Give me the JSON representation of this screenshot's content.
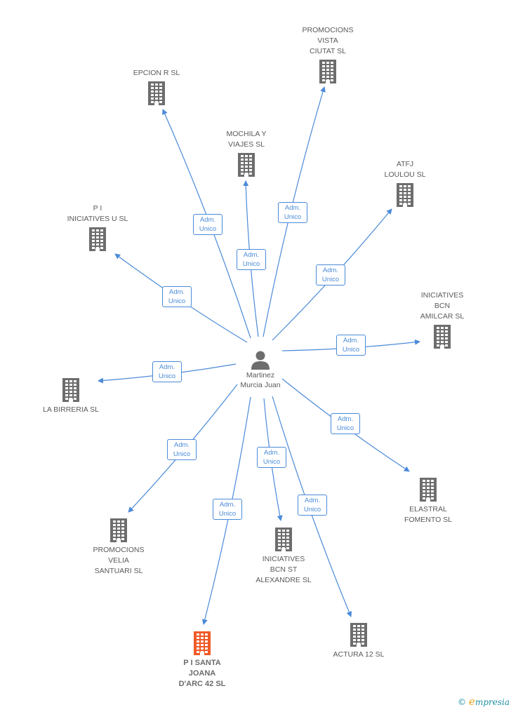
{
  "center": {
    "name": "Martinez\nMurcia Juan",
    "icon": "person-icon"
  },
  "edge_label": "Adm.\nUnico",
  "colors": {
    "edge": "#4a8ad8",
    "building": "#6d6d6d",
    "building_highlight": "#f05a28",
    "text": "#5a5a5a"
  },
  "companies": [
    {
      "id": "promocions-vista-ciutat",
      "label": "PROMOCIONS\nVISTA\nCIUTAT SL",
      "role": "Adm.\nUnico"
    },
    {
      "id": "epcion-r",
      "label": "EPCION R SL",
      "role": "Adm.\nUnico"
    },
    {
      "id": "mochila-y-viajes",
      "label": "MOCHILA Y\nVIAJES SL",
      "role": "Adm.\nUnico"
    },
    {
      "id": "atfj-loulou",
      "label": "ATFJ\nLOULOU  SL",
      "role": "Adm.\nUnico"
    },
    {
      "id": "pi-iniciatives-u",
      "label": "P I\nINICIATIVES U SL",
      "role": "Adm.\nUnico"
    },
    {
      "id": "iniciatives-bcn-amilcar",
      "label": "INICIATIVES\nBCN\nAMILCAR SL",
      "role": "Adm.\nUnico"
    },
    {
      "id": "la-birreria",
      "label": "LA BIRRERIA SL",
      "role": "Adm.\nUnico"
    },
    {
      "id": "elastral-fomento",
      "label": "ELASTRAL\nFOMENTO SL",
      "role": "Adm.\nUnico"
    },
    {
      "id": "promocions-velia-santuari",
      "label": "PROMOCIONS\nVELIA\nSANTUARI SL",
      "role": "Adm.\nUnico"
    },
    {
      "id": "iniciatives-bcn-st-alexandre",
      "label": "INICIATIVES\nBCN ST\nALEXANDRE SL",
      "role": "Adm.\nUnico"
    },
    {
      "id": "pi-santa-joana-darc-42",
      "label": "P I SANTA\nJOANA\nD'ARC 42 SL",
      "role": "Adm.\nUnico",
      "highlight": true
    },
    {
      "id": "actura-12",
      "label": "ACTURA 12 SL",
      "role": "Adm.\nUnico"
    }
  ],
  "watermark": {
    "copyright": "©",
    "brand_initial": "e",
    "brand_rest": "mpresia"
  }
}
